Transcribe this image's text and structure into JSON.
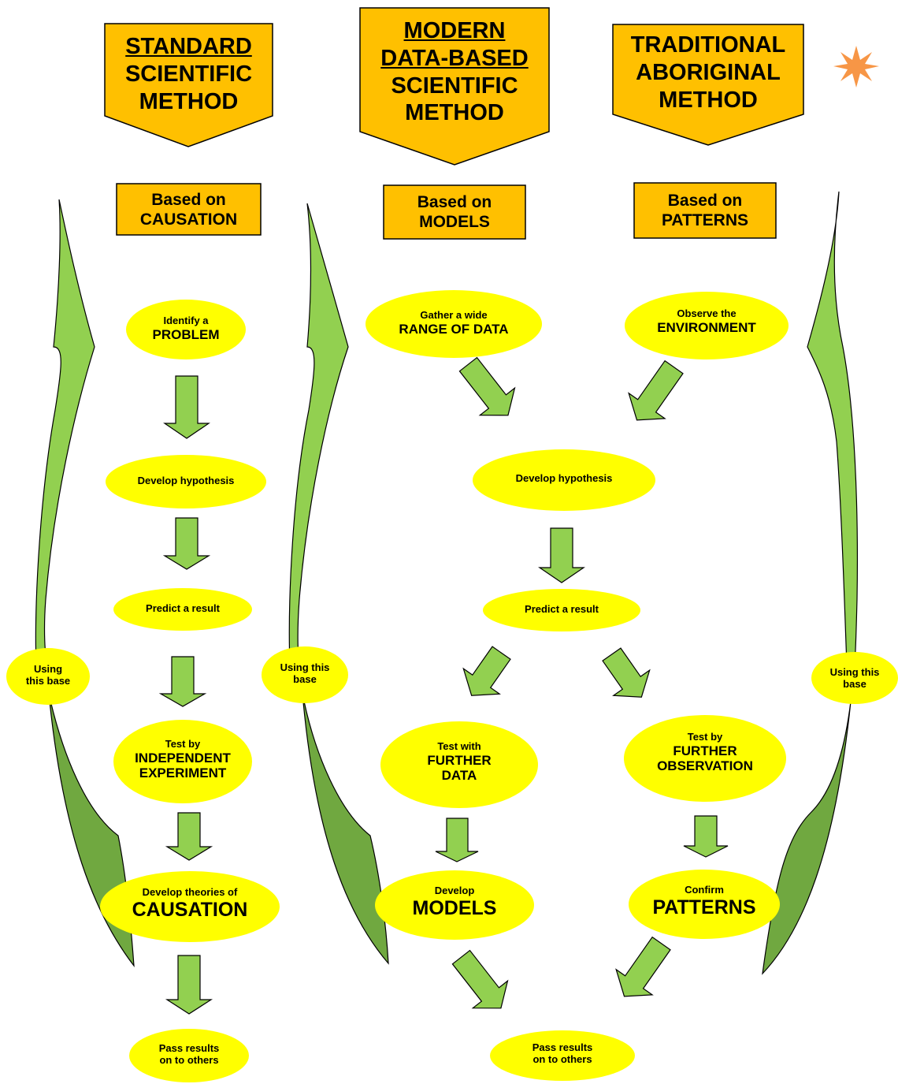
{
  "headers": {
    "standard": {
      "line1": "STANDARD",
      "line2": "SCIENTIFIC",
      "line3": "METHOD",
      "color": "#ffc000"
    },
    "modern": {
      "line1": "MODERN",
      "line2": "DATA-BASED",
      "line3": "SCIENTIFIC",
      "line4": "METHOD",
      "color": "#ffc000"
    },
    "traditional": {
      "line1": "TRADITIONAL",
      "line2": "ABORIGINAL",
      "line3": "METHOD",
      "color": "#ffc000"
    }
  },
  "bases": {
    "causation": {
      "line1": "Based on",
      "line2": "CAUSATION"
    },
    "models": {
      "line1": "Based on",
      "line2": "MODELS"
    },
    "patterns": {
      "line1": "Based on",
      "line2": "PATTERNS"
    }
  },
  "standard_steps": {
    "problem": {
      "line1": "Identify a",
      "line2": "PROBLEM"
    },
    "hypothesis": "Develop hypothesis",
    "predict": "Predict a result",
    "test": {
      "line1": "Test by",
      "line2": "INDEPENDENT",
      "line3": "EXPERIMENT"
    },
    "theories": {
      "line1": "Develop theories of",
      "line2": "CAUSATION"
    },
    "pass": {
      "line1": "Pass results",
      "line2": "on to others"
    }
  },
  "modern_steps": {
    "gather": {
      "line1": "Gather a wide",
      "line2": "RANGE OF DATA"
    },
    "hypothesis": "Develop hypothesis",
    "predict": "Predict a result",
    "test": {
      "line1": "Test with",
      "line2": "FURTHER",
      "line3": "DATA"
    },
    "models": {
      "line1": "Develop",
      "line2": "MODELS"
    },
    "pass": {
      "line1": "Pass results",
      "line2": "on to others"
    }
  },
  "traditional_steps": {
    "observe": {
      "line1": "Observe the",
      "line2": "ENVIRONMENT"
    },
    "test": {
      "line1": "Test by",
      "line2": "FURTHER",
      "line3": "OBSERVATION"
    },
    "patterns": {
      "line1": "Confirm",
      "line2": "PATTERNS"
    }
  },
  "using_base": {
    "line1": "Using",
    "line2": "this base",
    "line1b": "Using this",
    "line2b": "base"
  },
  "colors": {
    "orange": "#ffc000",
    "yellow": "#ffff00",
    "green_light": "#92d050",
    "green_dark": "#70a840",
    "star": "#f79646"
  },
  "icons": {
    "star": "star-icon",
    "arrow": "down-arrow-icon"
  }
}
